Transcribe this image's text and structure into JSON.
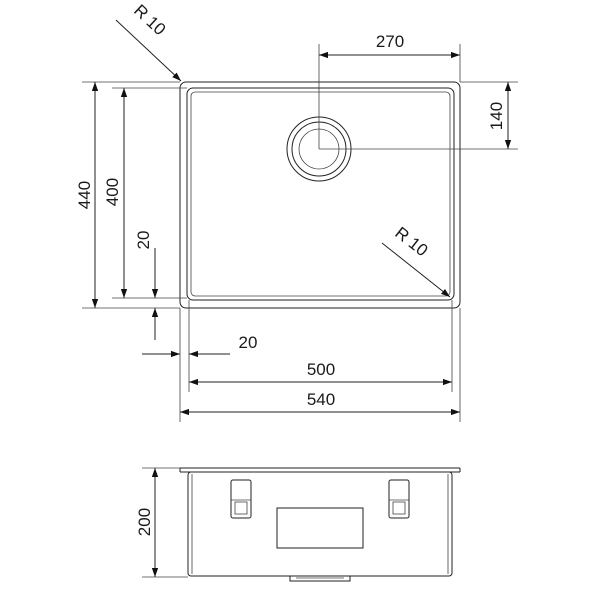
{
  "diagram": {
    "top_view": {
      "corner_radius_outer": "R 10",
      "corner_radius_inner": "R 10",
      "drain_offset_x": "270",
      "drain_offset_y": "140",
      "outer_depth": "440",
      "inner_depth": "400",
      "rim_side": "20",
      "rim_bottom": "20",
      "inner_width": "500",
      "outer_width": "540"
    },
    "side_view": {
      "height": "200"
    }
  }
}
